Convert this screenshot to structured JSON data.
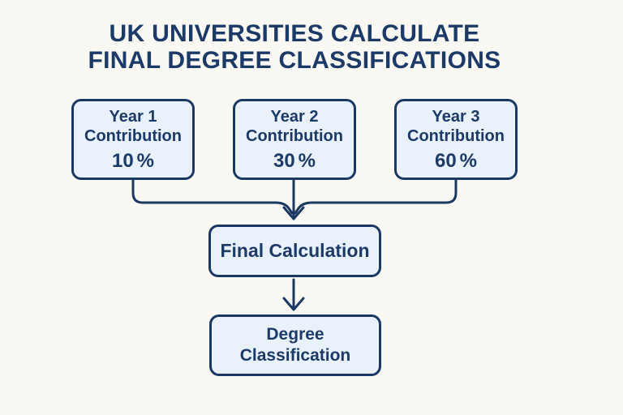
{
  "title": {
    "line1": "UK UNIVERSITIES CALCULATE",
    "line2": "FINAL DEGREE CLASSIFICATIONS"
  },
  "colors": {
    "background": "#faf8f2",
    "node_fill": "#e9f1fa",
    "node_border": "#1b3862",
    "text_ink": "#1c3a68",
    "connector": "#1b3862"
  },
  "nodes": {
    "year1": {
      "line1": "Year 1",
      "line2": "Contribution",
      "value": "10",
      "unit": "%"
    },
    "year2": {
      "line1": "Year 2",
      "line2": "Contribution",
      "value": "30",
      "unit": "%"
    },
    "year3": {
      "line1": "Year 3",
      "line2": "Contribution",
      "value": "60",
      "unit": "%"
    },
    "final_calculation": {
      "label": "Final Calculation"
    },
    "degree_classification": {
      "line1": "Degree",
      "line2": "Classification"
    }
  },
  "edges": [
    {
      "from": "year1",
      "to": "final_calculation"
    },
    {
      "from": "year2",
      "to": "final_calculation"
    },
    {
      "from": "year3",
      "to": "final_calculation"
    },
    {
      "from": "final_calculation",
      "to": "degree_classification"
    }
  ]
}
